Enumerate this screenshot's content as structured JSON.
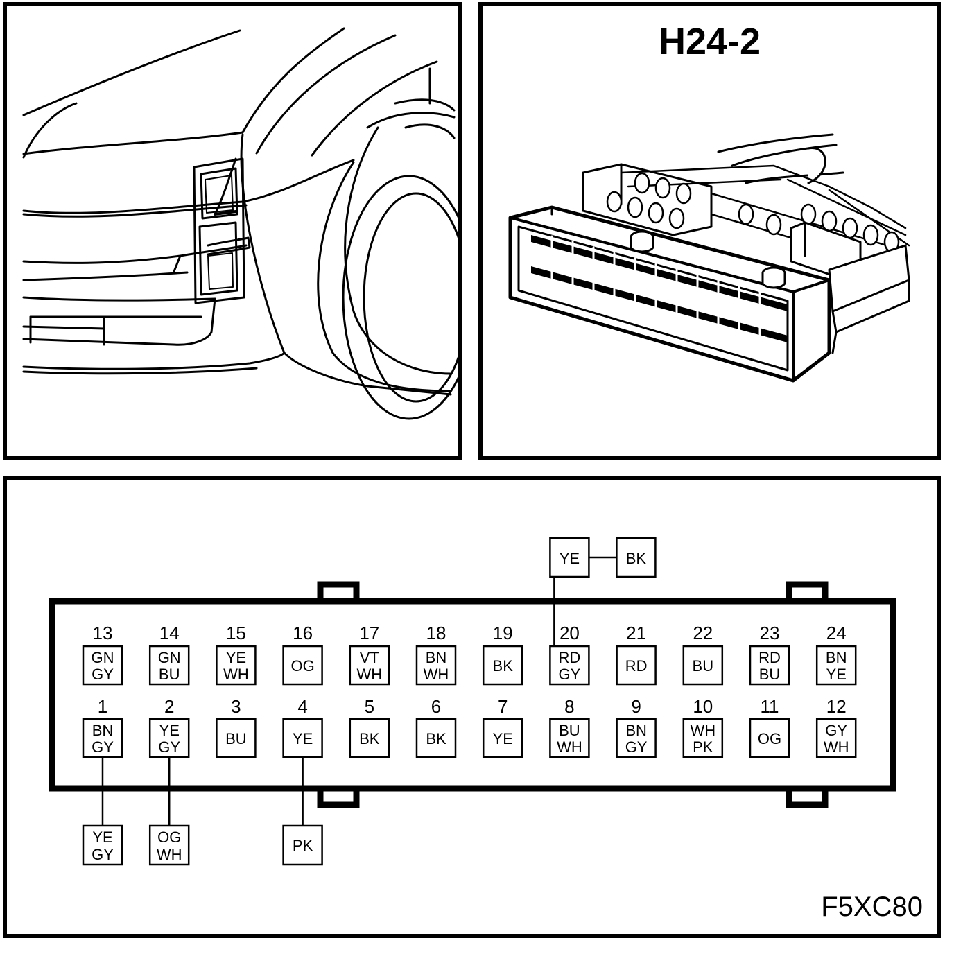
{
  "connector_title": "H24-2",
  "figure_code": "F5XC80",
  "pins_top": [
    {
      "num": "13",
      "colors": [
        "GN",
        "GY"
      ]
    },
    {
      "num": "14",
      "colors": [
        "GN",
        "BU"
      ]
    },
    {
      "num": "15",
      "colors": [
        "YE",
        "WH"
      ]
    },
    {
      "num": "16",
      "colors": [
        "OG"
      ]
    },
    {
      "num": "17",
      "colors": [
        "VT",
        "WH"
      ]
    },
    {
      "num": "18",
      "colors": [
        "BN",
        "WH"
      ]
    },
    {
      "num": "19",
      "colors": [
        "BK"
      ]
    },
    {
      "num": "20",
      "colors": [
        "RD",
        "GY"
      ]
    },
    {
      "num": "21",
      "colors": [
        "RD"
      ]
    },
    {
      "num": "22",
      "colors": [
        "BU"
      ]
    },
    {
      "num": "23",
      "colors": [
        "RD",
        "BU"
      ]
    },
    {
      "num": "24",
      "colors": [
        "BN",
        "YE"
      ]
    }
  ],
  "pins_bottom": [
    {
      "num": "1",
      "colors": [
        "BN",
        "GY"
      ]
    },
    {
      "num": "2",
      "colors": [
        "YE",
        "GY"
      ]
    },
    {
      "num": "3",
      "colors": [
        "BU"
      ]
    },
    {
      "num": "4",
      "colors": [
        "YE"
      ]
    },
    {
      "num": "5",
      "colors": [
        "BK"
      ]
    },
    {
      "num": "6",
      "colors": [
        "BK"
      ]
    },
    {
      "num": "7",
      "colors": [
        "YE"
      ]
    },
    {
      "num": "8",
      "colors": [
        "BU",
        "WH"
      ]
    },
    {
      "num": "9",
      "colors": [
        "BN",
        "GY"
      ]
    },
    {
      "num": "10",
      "colors": [
        "WH",
        "PK"
      ]
    },
    {
      "num": "11",
      "colors": [
        "OG"
      ]
    },
    {
      "num": "12",
      "colors": [
        "GY",
        "WH"
      ]
    }
  ],
  "branch_top": {
    "pin": "20",
    "colors": [
      "YE",
      "BK"
    ]
  },
  "branches_bottom": [
    {
      "pin": "1",
      "colors": [
        "YE",
        "GY"
      ]
    },
    {
      "pin": "2",
      "colors": [
        "OG",
        "WH"
      ]
    },
    {
      "pin": "4",
      "colors": [
        "PK"
      ]
    }
  ],
  "colors": {
    "line": "#000000",
    "background": "#ffffff"
  },
  "icons": [
    "car-front-illustration",
    "connector-illustration"
  ]
}
